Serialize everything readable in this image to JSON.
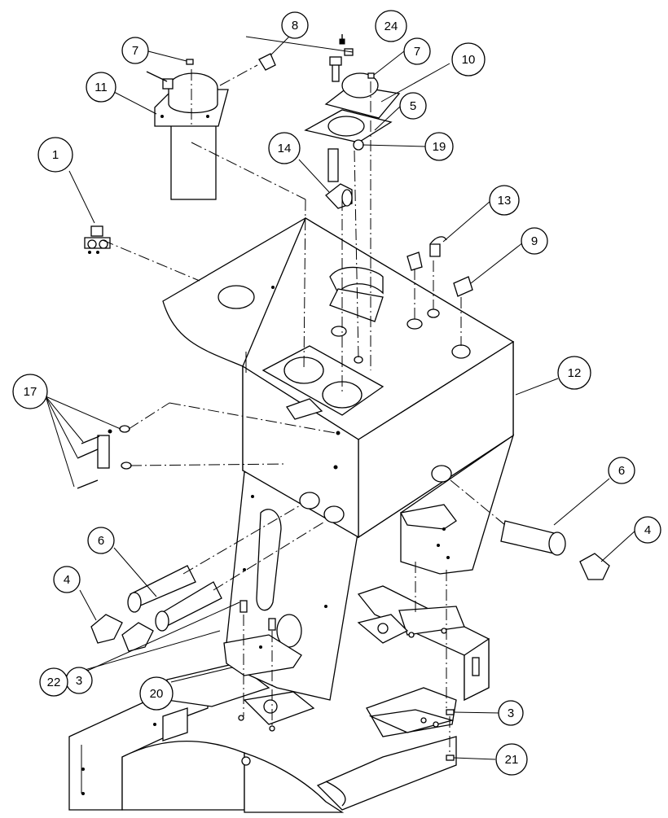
{
  "callouts": [
    {
      "label": "1"
    },
    {
      "label": "3"
    },
    {
      "label": "3"
    },
    {
      "label": "4"
    },
    {
      "label": "4"
    },
    {
      "label": "5"
    },
    {
      "label": "6"
    },
    {
      "label": "6"
    },
    {
      "label": "7"
    },
    {
      "label": "7"
    },
    {
      "label": "8"
    },
    {
      "label": "9"
    },
    {
      "label": "10"
    },
    {
      "label": "11"
    },
    {
      "label": "12"
    },
    {
      "label": "13"
    },
    {
      "label": "14"
    },
    {
      "label": "17"
    },
    {
      "label": "19"
    },
    {
      "label": "20"
    },
    {
      "label": "21"
    },
    {
      "label": "22"
    },
    {
      "label": "24"
    }
  ]
}
